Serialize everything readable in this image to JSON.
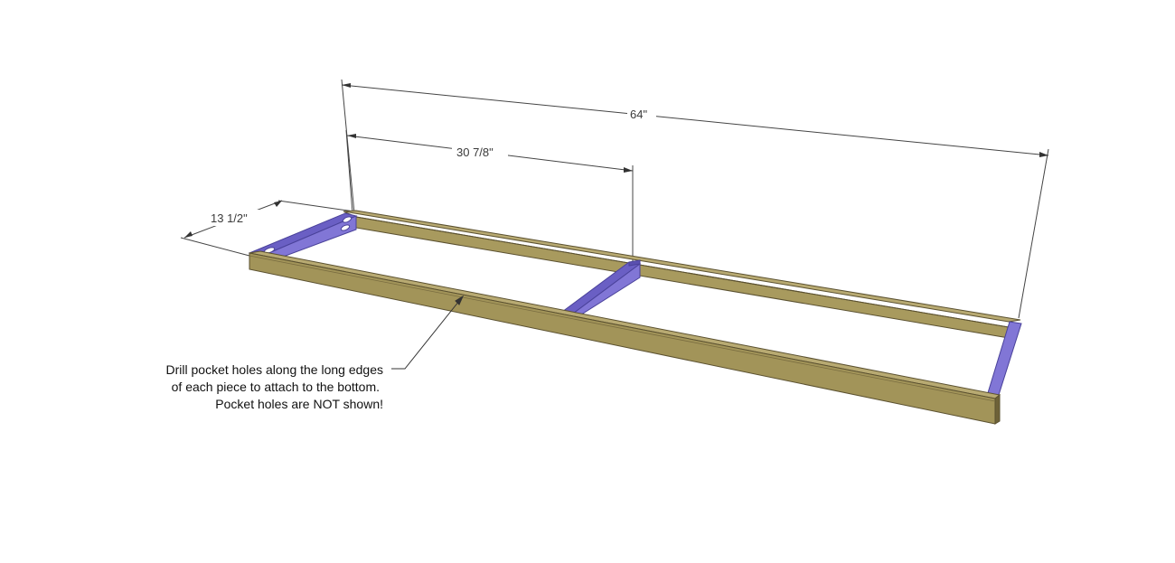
{
  "diagram": {
    "dimensions": {
      "overall_length": "64\"",
      "divider_offset": "30 7/8\"",
      "depth": "13 1/2\""
    },
    "note": {
      "line1": "Drill pocket holes along the long edges",
      "line2": "of each piece to attach to the bottom.",
      "line3": "Pocket holes are NOT shown!"
    },
    "colors": {
      "wood_top": "#b3a46c",
      "wood_face": "#a29459",
      "wood_edge": "#5b5130",
      "blue_piece": "#7d72cf",
      "blue_edge": "#4a429a",
      "dim_line": "#444444"
    }
  }
}
